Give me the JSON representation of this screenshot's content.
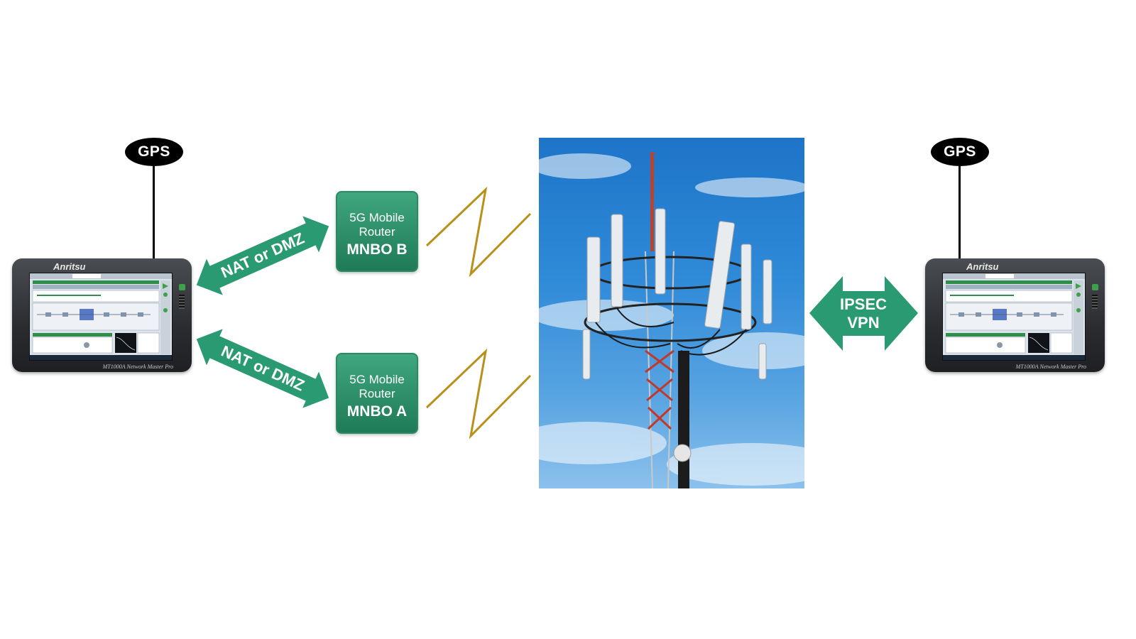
{
  "left_device": {
    "gps_label": "GPS",
    "brand": "Anritsu",
    "model": "MT1000A Network Master Pro"
  },
  "right_device": {
    "gps_label": "GPS",
    "brand": "Anritsu",
    "model": "MT1000A Network Master Pro"
  },
  "routers": [
    {
      "line1": "5G Mobile",
      "line2": "Router",
      "name": "MNBO B"
    },
    {
      "line1": "5G Mobile",
      "line2": "Router",
      "name": "MNBO A"
    }
  ],
  "links": {
    "upper": "NAT or DMZ",
    "lower": "NAT or DMZ",
    "vpn_line1": "IPSEC",
    "vpn_line2": "VPN"
  },
  "colors": {
    "green": "#2a9a72",
    "gold": "#b8901a",
    "sky": "#2f8ad8"
  },
  "icons": {
    "device": "tester-tablet-icon",
    "tower": "cell-tower-photo",
    "wireless": "lightning-link-icon"
  }
}
